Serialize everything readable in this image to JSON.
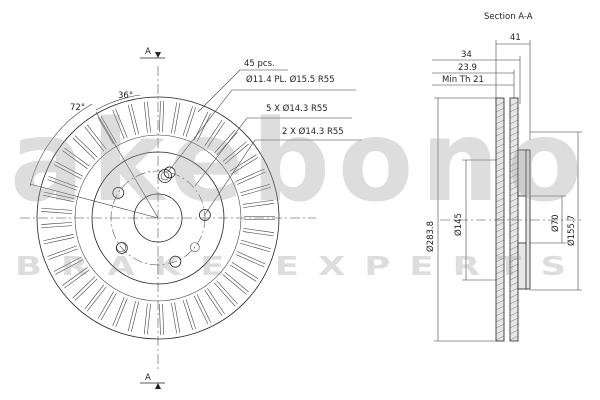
{
  "section_label": "Section A-A",
  "cut_mark_top": "A",
  "cut_mark_bottom": "A",
  "front_view": {
    "angle_72": "72°",
    "angle_36": "36°",
    "callout_vents": "45 pcs.",
    "callout_pl": "Ø11.4 PL. Ø15.5 R55",
    "callout_holes_5": "5 X Ø14.3  R55",
    "callout_holes_2": "2 X Ø14.3  R55",
    "vent_count": 45
  },
  "section_view": {
    "dim_overall_width": "41",
    "dim_width": "34",
    "dim_thickness": "23.9",
    "dim_min_thickness": "Min Th 21",
    "dim_outer_diameter": "Ø283.8",
    "dim_hat_diameter": "Ø145",
    "dim_center_bore": "Ø70",
    "dim_bolt_circle": "Ø155.7"
  },
  "watermark": {
    "brand": "akebono",
    "tagline": "BRAKE EXPERTS",
    "color": "#9a9a9a"
  }
}
